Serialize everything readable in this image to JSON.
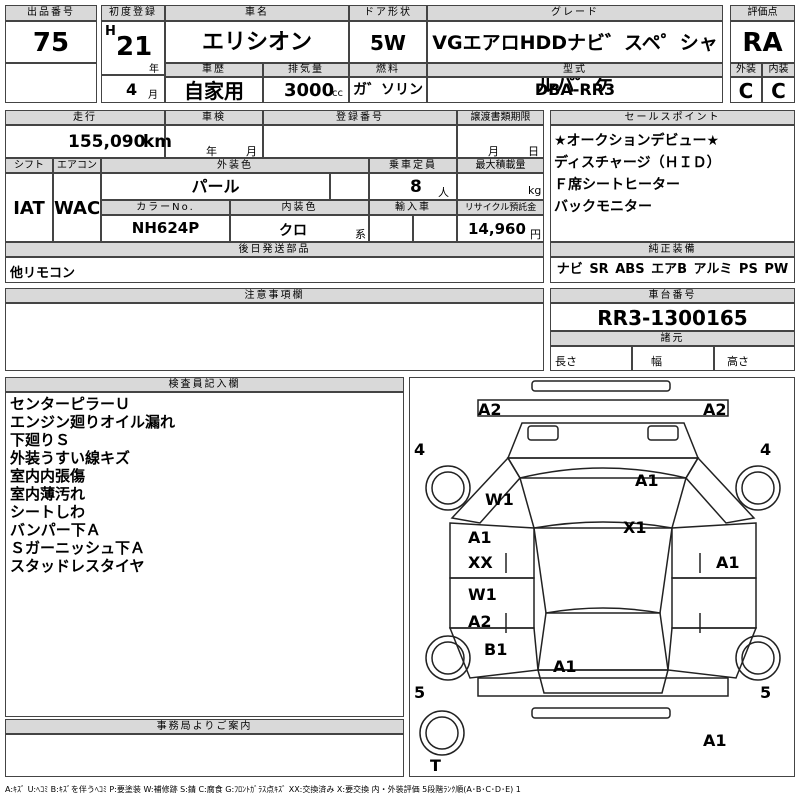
{
  "lot": {
    "label": "出品番号",
    "value": "75"
  },
  "first_reg": {
    "label": "初度登録",
    "era": "H",
    "year": "21",
    "year_unit": "年",
    "month": "4",
    "month_unit": "月"
  },
  "car_name": {
    "label": "車名",
    "value": "エリシオン"
  },
  "door": {
    "label": "ドア形状",
    "value": "5W"
  },
  "grade": {
    "label": "グレード",
    "value": "VGエアロHDDナビ゛スペ゜シャルパ゜ケ"
  },
  "score": {
    "label": "評価点",
    "value": "RA",
    "ext_label": "外装",
    "ext_value": "C",
    "int_label": "内装",
    "int_value": "C"
  },
  "history": {
    "label": "車歴",
    "value": "自家用"
  },
  "displacement": {
    "label": "排気量",
    "value": "3000",
    "unit": "cc"
  },
  "fuel": {
    "label": "燃料",
    "value": "ガ゛ソリン"
  },
  "model": {
    "label": "型式",
    "value": "DBA-RR3"
  },
  "mileage": {
    "label": "走行",
    "value": "155,090",
    "unit": "km"
  },
  "inspection": {
    "label": "車検",
    "year_unit": "年",
    "month_unit": "月"
  },
  "registration_no": {
    "label": "登録番号"
  },
  "transfer_deadline": {
    "label": "譲渡書類期限",
    "month_unit": "月",
    "day_unit": "日"
  },
  "shift": {
    "label": "シフト",
    "value": "IAT"
  },
  "aircon": {
    "label": "エアコン",
    "value": "WAC"
  },
  "exterior_color": {
    "label": "外装色",
    "value": "パール"
  },
  "capacity": {
    "label": "乗車定員",
    "value": "8",
    "unit": "人"
  },
  "max_load": {
    "label": "最大積載量",
    "unit": "kg"
  },
  "color_no": {
    "label": "カラーNo.",
    "value": "NH624P"
  },
  "interior_color": {
    "label": "内装色",
    "value": "クロ",
    "suffix": "系"
  },
  "import": {
    "label": "輸入車"
  },
  "recycle": {
    "label": "リサイクル預託金",
    "value": "14,960",
    "unit": "円"
  },
  "sales_points": {
    "label": "セールスポイント",
    "lines": [
      "★オークションデビュー★",
      "ディスチャージ（ＨＩＤ）",
      "Ｆ席シートヒーター",
      "バックモニター"
    ]
  },
  "later_parts": {
    "label": "後日発送部品",
    "value": "他リモコン"
  },
  "equipment": {
    "label": "純正装備",
    "value": "ナビ SR ABS エアB アルミ PS PW"
  },
  "notes": {
    "label": "注意事項欄"
  },
  "chassis": {
    "label": "車台番号",
    "value": "RR3-1300165"
  },
  "specs": {
    "label": "諸元",
    "length": "長さ",
    "width": "幅",
    "height": "高さ"
  },
  "inspector": {
    "label": "検査員記入欄",
    "lines": [
      "センターピラーＵ",
      "エンジン廻りオイル漏れ",
      "下廻りＳ",
      "外装うすい線キズ",
      "室内内張傷",
      "室内薄汚れ",
      "シートしわ",
      "バンパー下Ａ",
      "Ｓガーニッシュ下Ａ",
      "スタッドレスタイヤ"
    ]
  },
  "office": {
    "label": "事務局よりご案内"
  },
  "diagram": {
    "tires": [
      "4",
      "4",
      "5",
      "5",
      "T"
    ],
    "marks": [
      "A2",
      "A2",
      "W1",
      "A1",
      "X1",
      "A1",
      "XX",
      "A1",
      "W1",
      "A2",
      "B1",
      "A1",
      "A1"
    ]
  },
  "legend": "A:ｷｽﾞ U:ﾍｺﾐ B:ｷｽﾞを伴うﾍｺﾐ P:要塗装 W:補修跡 S:錆 C:腐食 G:ﾌﾛﾝﾄｶﾞﾗｽ点ｷｽﾞ XX:交換済み X:要交換 内・外装評価 5段階ﾗﾝｸ順(A･B･C･D･E) 1"
}
